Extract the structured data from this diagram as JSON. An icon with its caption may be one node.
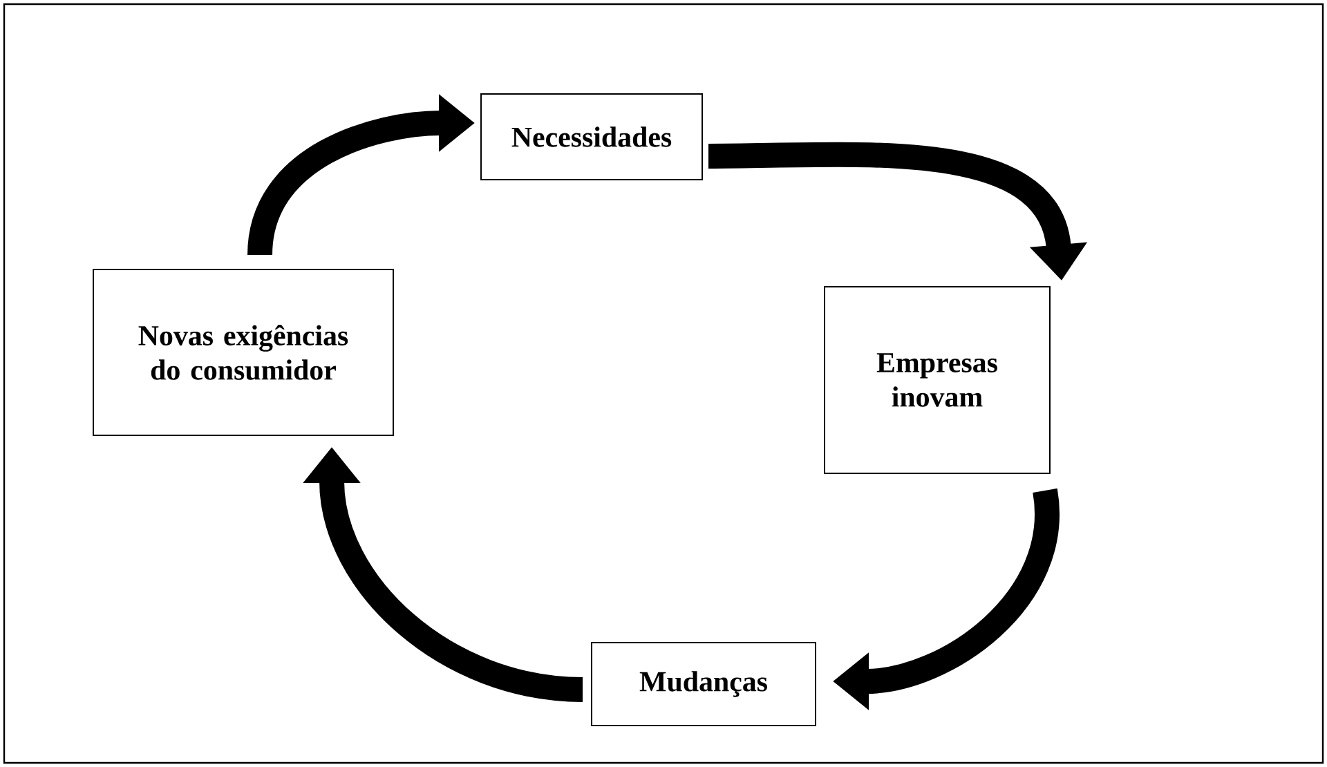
{
  "diagram": {
    "nodes": [
      {
        "text": [
          "Necessidades"
        ]
      },
      {
        "text": [
          "Empresas inovam"
        ]
      },
      {
        "text": [
          "Mudanças"
        ]
      },
      {
        "text": [
          "Novas exigências do consumidor"
        ]
      }
    ],
    "edges": [
      {
        "from": 0,
        "to": 1,
        "arrow": "to"
      },
      {
        "from": 1,
        "to": 2,
        "arrow": "to"
      },
      {
        "from": 2,
        "to": 3,
        "arrow": "to"
      },
      {
        "from": 3,
        "to": 0,
        "arrow": "to"
      }
    ]
  }
}
